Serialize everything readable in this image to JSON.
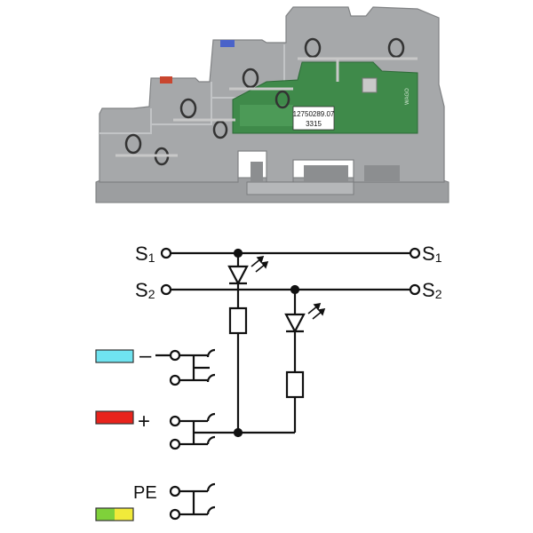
{
  "product_photo": {
    "pcb_label_line1": "12750289.07",
    "pcb_label_line2": "3315",
    "pcb_side_text": "WAGO"
  },
  "schematic": {
    "s1_left": {
      "main": "S",
      "sub": "1"
    },
    "s1_right": {
      "main": "S",
      "sub": "1"
    },
    "s2_left": {
      "main": "S",
      "sub": "2"
    },
    "s2_right": {
      "main": "S",
      "sub": "2"
    },
    "minus_sign": "–",
    "plus_sign": "+",
    "pe_label": "PE"
  },
  "colors": {
    "housing_gray": "#a6a8aa",
    "pcb_green": "#3f8a4a",
    "blue_marker": "#4a63c9",
    "red_marker": "#c9462f",
    "minus_swatch": "#6fe3f0",
    "plus_swatch": "#e8231c",
    "pe_swatch_green": "#7fd13a",
    "pe_swatch_yellow": "#f1ea3a"
  }
}
